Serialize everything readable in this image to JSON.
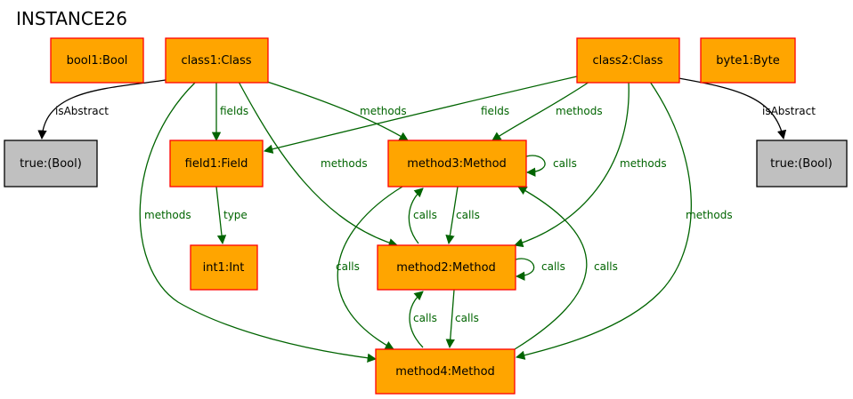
{
  "title": "INSTANCE26",
  "colors": {
    "object_fill": "#ffa500",
    "object_stroke": "#ff0000",
    "value_fill": "#c0c0c0",
    "value_stroke": "#000000",
    "green_edge": "#006400",
    "black_edge": "#000000"
  },
  "nodes": {
    "bool1": "bool1:Bool",
    "class1": "class1:Class",
    "class2": "class2:Class",
    "byte1": "byte1:Byte",
    "trueLeft": "true:(Bool)",
    "trueRight": "true:(Bool)",
    "field1": "field1:Field",
    "method3": "method3:Method",
    "int1": "int1:Int",
    "method2": "method2:Method",
    "method4": "method4:Method"
  },
  "edges": [
    {
      "from": "class1",
      "to": "trueLeft",
      "label": "isAbstract",
      "color": "black"
    },
    {
      "from": "class1",
      "to": "field1",
      "label": "fields",
      "color": "green"
    },
    {
      "from": "class1",
      "to": "method3",
      "label": "methods",
      "color": "green"
    },
    {
      "from": "class1",
      "to": "method2",
      "label": "methods",
      "color": "green"
    },
    {
      "from": "class1",
      "to": "method4",
      "label": "methods",
      "color": "green"
    },
    {
      "from": "class2",
      "to": "field1",
      "label": "fields",
      "color": "green"
    },
    {
      "from": "class2",
      "to": "method3",
      "label": "methods",
      "color": "green"
    },
    {
      "from": "class2",
      "to": "method2",
      "label": "methods",
      "color": "green"
    },
    {
      "from": "class2",
      "to": "method4",
      "label": "methods",
      "color": "green"
    },
    {
      "from": "class2",
      "to": "trueRight",
      "label": "isAbstract",
      "color": "black"
    },
    {
      "from": "field1",
      "to": "int1",
      "label": "type",
      "color": "green"
    },
    {
      "from": "method3",
      "to": "method3",
      "label": "calls",
      "color": "green"
    },
    {
      "from": "method3",
      "to": "method2",
      "label": "calls",
      "color": "green"
    },
    {
      "from": "method2",
      "to": "method3",
      "label": "calls",
      "color": "green"
    },
    {
      "from": "method2",
      "to": "method2",
      "label": "calls",
      "color": "green"
    },
    {
      "from": "method2",
      "to": "method4",
      "label": "calls",
      "color": "green"
    },
    {
      "from": "method4",
      "to": "method2",
      "label": "calls",
      "color": "green"
    },
    {
      "from": "method3",
      "to": "method4",
      "label": "calls",
      "color": "green"
    },
    {
      "from": "method4",
      "to": "method3",
      "label": "calls",
      "color": "green"
    }
  ]
}
